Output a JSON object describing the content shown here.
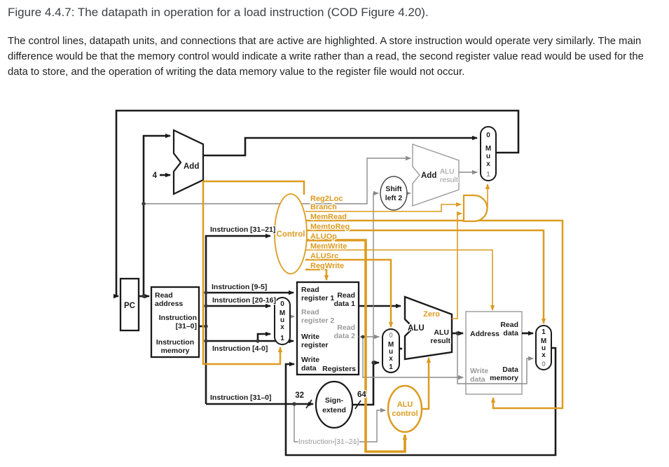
{
  "title": "Figure 4.4.7: The datapath in operation for a load instruction (COD Figure 4.20).",
  "body": "The control lines, datapath units, and connections that are active are highlighted. A store instruction would operate very similarly. The main difference would be that the memory control would indicate a write rather than a read, the second register value read would be used for the data to store, and the operation of writing the data memory value to the register file would not occur.",
  "colors": {
    "highlight": "#dc9b20",
    "active": "#1a1a1a",
    "inactive": "#8a8a8a"
  },
  "labels": {
    "pc": "PC",
    "read": "Read",
    "address_word": "address",
    "instruction": "Instruction",
    "i31_0_bracket": "[31–0]",
    "memory": "memory",
    "i31_21": "Instruction [31–21]",
    "i31_0": "Instruction [31–0]",
    "i9_5": "Instruction [9-5]",
    "i20_16": "Instruction [20-16]",
    "i4_0": "Instruction [4-0]",
    "control": "Control",
    "sig": [
      "Reg2Loc",
      "Branch",
      "MemRead",
      "MemtoReg",
      "ALUOp",
      "MemWrite",
      "ALUSrc",
      "RegWrite"
    ],
    "add": "Add",
    "four": "4",
    "shift1": "Shift",
    "shift2": "left 2",
    "alu": "ALU",
    "result": "result",
    "zero": "Zero",
    "m": "M",
    "u": "u",
    "x": "x",
    "n0": "0",
    "n1": "1",
    "register1": "register 1",
    "register2": "register 2",
    "write": "Write",
    "register": "register",
    "data_word": "data",
    "data1": "data 1",
    "data2": "data 2",
    "registers": "Registers",
    "sign1": "Sign-",
    "sign2": "extend",
    "b32": "32",
    "b64": "64",
    "aluctl1": "ALU",
    "aluctl2": "control",
    "addr": "Address",
    "dmem1": "Data",
    "dmem2": "memory"
  }
}
